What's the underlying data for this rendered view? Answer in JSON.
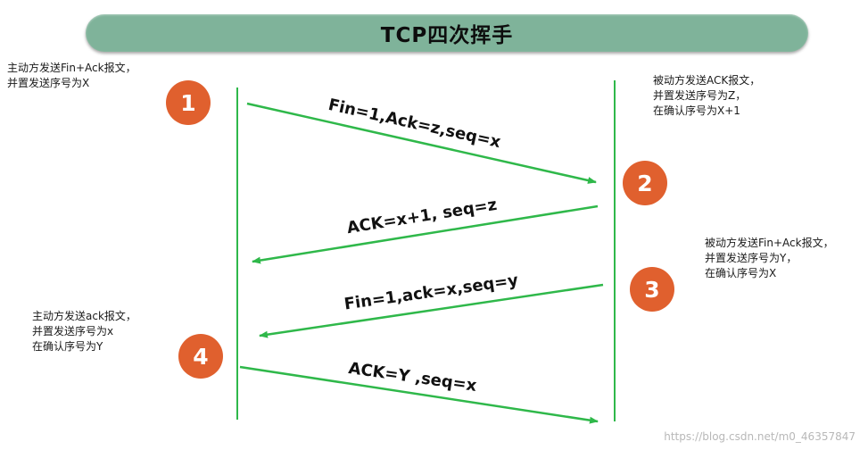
{
  "title": "TCP四次挥手",
  "colors": {
    "banner": "#7fb39a",
    "line": "#2fb84a",
    "step_circle": "#e0602e"
  },
  "steps": [
    {
      "number": "1",
      "note": [
        "主动方发送Fin+Ack报文，",
        "并置发送序号为X"
      ]
    },
    {
      "number": "2",
      "note": [
        "被动方发送ACK报文，",
        "并置发送序号为Z，",
        "在确认序号为X+1"
      ]
    },
    {
      "number": "3",
      "note": [
        "被动方发送Fin+Ack报文，",
        "并置发送序号为Y，",
        "在确认序号为X"
      ]
    },
    {
      "number": "4",
      "note": [
        "主动方发送ack报文，",
        "并置发送序号为x",
        "在确认序号为Y"
      ]
    }
  ],
  "messages": [
    {
      "label": "Fin=1,Ack=z,seq=x"
    },
    {
      "label": "ACK=x+1, seq=z"
    },
    {
      "label": "Fin=1,ack=x,seq=y"
    },
    {
      "label": "ACK=Y ,seq=x"
    }
  ],
  "watermark": "https://blog.csdn.net/m0_46357847"
}
